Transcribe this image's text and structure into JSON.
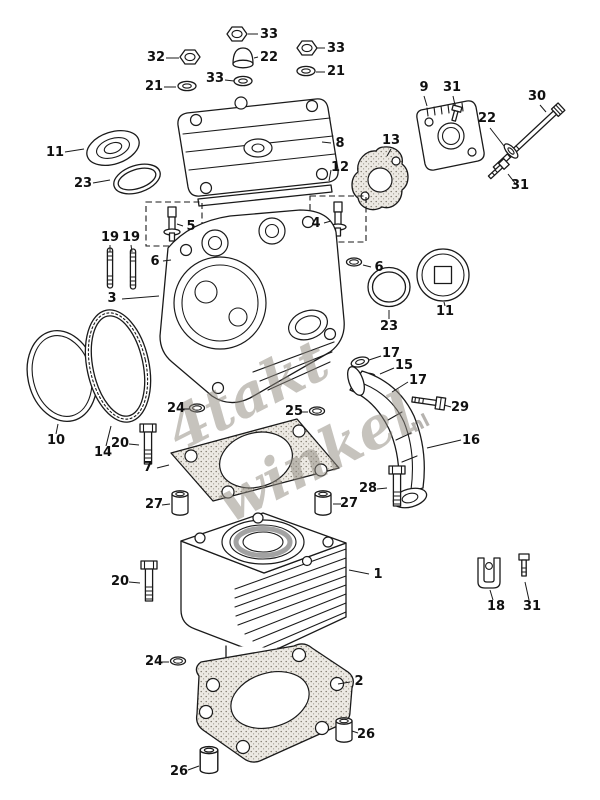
{
  "style_colors": {
    "paper": "#ffffff",
    "ink": "#1a1a1a",
    "watermark": "#8e887e"
  },
  "watermark": {
    "line1": "4takt",
    "line2": "winkel",
    "suffix": ".nl"
  },
  "labels": [
    {
      "t": "33"
    },
    {
      "t": "22"
    },
    {
      "t": "32"
    },
    {
      "t": "33"
    },
    {
      "t": "21"
    },
    {
      "t": "33"
    },
    {
      "t": "21"
    },
    {
      "t": "9"
    },
    {
      "t": "31"
    },
    {
      "t": "30"
    },
    {
      "t": "22"
    },
    {
      "t": "31"
    },
    {
      "t": "8"
    },
    {
      "t": "12"
    },
    {
      "t": "13"
    },
    {
      "t": "11"
    },
    {
      "t": "23"
    },
    {
      "t": "5"
    },
    {
      "t": "4"
    },
    {
      "t": "6"
    },
    {
      "t": "6"
    },
    {
      "t": "19"
    },
    {
      "t": "19"
    },
    {
      "t": "3"
    },
    {
      "t": "23"
    },
    {
      "t": "11"
    },
    {
      "t": "17"
    },
    {
      "t": "15"
    },
    {
      "t": "17"
    },
    {
      "t": "10"
    },
    {
      "t": "14"
    },
    {
      "t": "24"
    },
    {
      "t": "25"
    },
    {
      "t": "29"
    },
    {
      "t": "16"
    },
    {
      "t": "20"
    },
    {
      "t": "7"
    },
    {
      "t": "28"
    },
    {
      "t": "27"
    },
    {
      "t": "27"
    },
    {
      "t": "1"
    },
    {
      "t": "20"
    },
    {
      "t": "18"
    },
    {
      "t": "31"
    },
    {
      "t": "24"
    },
    {
      "t": "2"
    },
    {
      "t": "26"
    },
    {
      "t": "26"
    }
  ]
}
